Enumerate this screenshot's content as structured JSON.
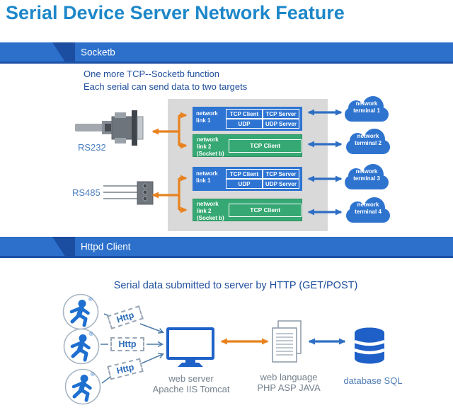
{
  "header": {
    "title": "Serial Device Server Network Feature"
  },
  "socketb": {
    "bar_label": "Socketb",
    "subtitle_line1": "One more TCP--Socketb function",
    "subtitle_line2": "Each serial can send data to two targets",
    "device1_label": "RS232",
    "device2_label": "RS485",
    "groups": [
      {
        "blue": {
          "label1": "network",
          "label2": "link 1",
          "cell_tl": "TCP Client",
          "cell_tr": "TCP Server",
          "cell_bl": "UDP",
          "cell_br": "UDP Server"
        },
        "green": {
          "label1": "network",
          "label2": "link 2",
          "label3": "(Socket b)",
          "cell": "TCP Client"
        }
      },
      {
        "blue": {
          "label1": "network",
          "label2": "link 1",
          "cell_tl": "TCP Client",
          "cell_tr": "TCP Server",
          "cell_bl": "UDP",
          "cell_br": "UDP Server"
        },
        "green": {
          "label1": "network",
          "label2": "link 2",
          "label3": "(Socket b)",
          "cell": "TCP Client"
        }
      }
    ],
    "terminals": [
      {
        "line1": "network",
        "line2": "terminal 1"
      },
      {
        "line1": "network",
        "line2": "terminal 2"
      },
      {
        "line1": "network",
        "line2": "terminal 3"
      },
      {
        "line1": "network",
        "line2": "terminal 4"
      }
    ]
  },
  "httpd": {
    "bar_label": "Httpd Client",
    "title": "Serial data submitted to server by HTTP (GET/POST)",
    "http_labels": [
      "Http",
      "Http",
      "Http"
    ],
    "reg_symbol": "®",
    "web_server_line1": "web server",
    "web_server_line2": "Apache IIS Tomcat",
    "web_language_line1": "web language",
    "web_language_line2": "PHP ASP JAVA",
    "database_label": "database SQL"
  },
  "colors": {
    "title_blue": "#1d87c9",
    "bar_blue": "#2c70cc",
    "wedge_navy": "#1b4da1",
    "navy_text": "#1f4e9c",
    "box_blue": "#2e74d2",
    "box_green": "#36a873",
    "orange": "#e8821e",
    "arrow_blue": "#2e6fc4",
    "panel_gray": "#d9d9d9",
    "db_blue": "#1e5fc8"
  }
}
